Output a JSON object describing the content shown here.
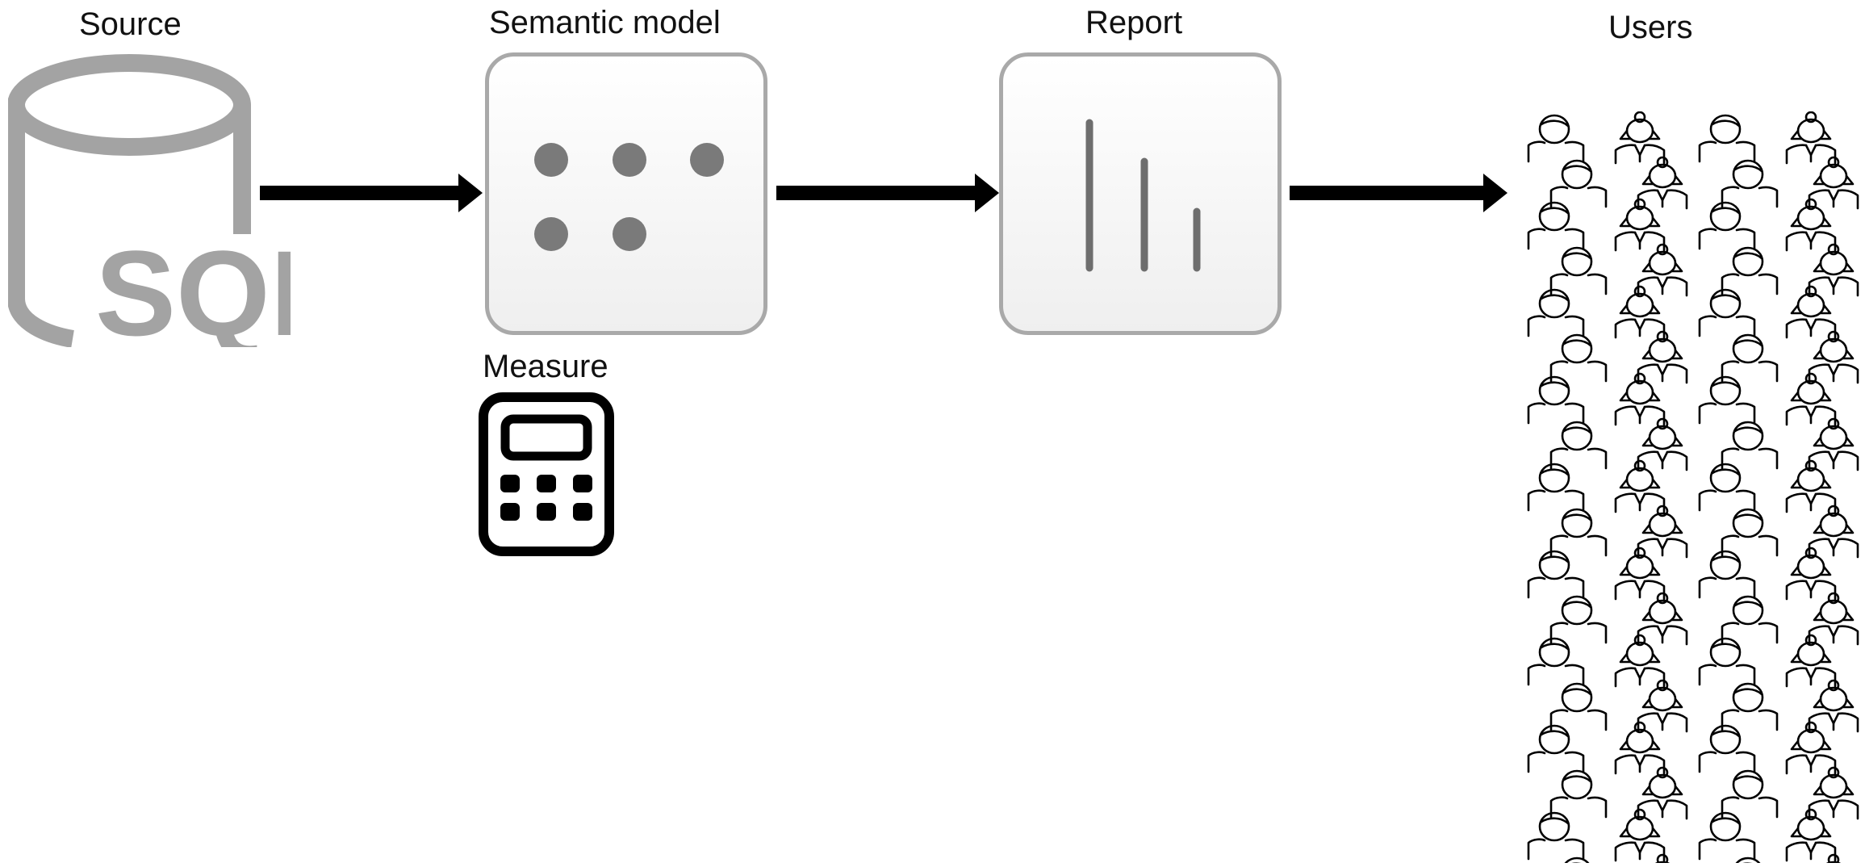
{
  "nodes": {
    "source": {
      "label": "Source",
      "icon": "database-sql-icon",
      "icon_text": "SQL"
    },
    "semantic_model": {
      "label": "Semantic model",
      "icon": "dots-grid-icon"
    },
    "report": {
      "label": "Report",
      "icon": "bar-chart-icon"
    },
    "users": {
      "label": "Users",
      "icon": "people-group-icon"
    }
  },
  "measure": {
    "label": "Measure",
    "icon": "calculator-icon"
  },
  "edges": [
    {
      "from": "Source",
      "to": "Semantic model"
    },
    {
      "from": "Semantic model",
      "to": "Report"
    },
    {
      "from": "Report",
      "to": "Users"
    }
  ],
  "colors": {
    "icon_gray": "#a3a3a3",
    "tile_border": "#a9a9a9",
    "dot": "#7a7a7a",
    "arrow": "#000000"
  }
}
